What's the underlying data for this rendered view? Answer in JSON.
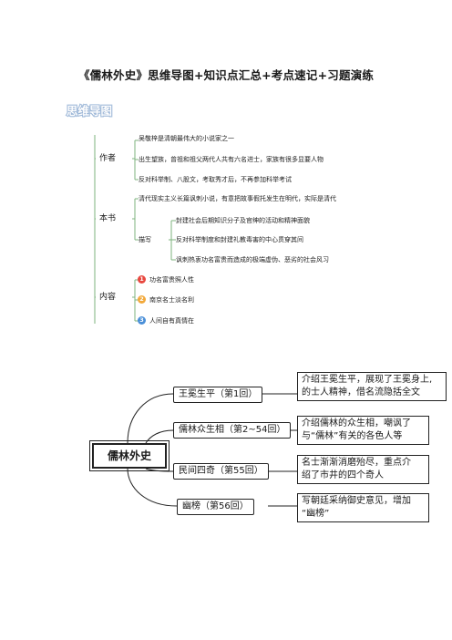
{
  "title": "《儒林外史》思维导图+知识点汇总+考点速记+习题演练",
  "section_heading": "思维导图",
  "mindmap1": {
    "branches": [
      {
        "label": "作者",
        "items": [
          "吴敬梓是清朝最伟大的小说家之一",
          "出生望族，曾祖和祖父两代人共有六名进士，家族有很多显要人物",
          "反对科举制、八股文，考取秀才后，不再参加科举考试"
        ]
      },
      {
        "label": "本书",
        "item": "清代现实主义长篇讽刺小说，有意把故事假托发生在明代，实际是清代",
        "sub_label": "描写",
        "sub_items": [
          "封建社会后期知识分子及官绅的活动和精神面貌",
          "反对科举制度和封建礼教毒害的中心贯穿其间",
          "讽刺热衷功名富贵而造成的极端虚伪、恶劣的社会风习"
        ]
      },
      {
        "label": "内容",
        "items": [
          {
            "num": "1",
            "text": "功名富贵照人性",
            "color": "#e8483f"
          },
          {
            "num": "2",
            "text": "南京名士淡名利",
            "color": "#f2a93b"
          },
          {
            "num": "3",
            "text": "人间自有真情在",
            "color": "#4a8fd8"
          }
        ]
      }
    ],
    "line_color": "#7db37d"
  },
  "mindmap2": {
    "root": "儒林外史",
    "branches": [
      {
        "label": "王冕生平（第1回）",
        "desc": [
          "介绍王冕生平，展现了王冕身上,",
          "的士人精神，借名流隐括全文"
        ]
      },
      {
        "label": "儒林众生相（第2~54回）",
        "desc": [
          "介绍儒林的众生相，嘲讽了",
          "与“儒林”有关的各色人等"
        ]
      },
      {
        "label": "民间四奇（第55回）",
        "desc": [
          "名士渐渐消磨殆尽，重点介",
          "绍了市井的四个奇人"
        ]
      },
      {
        "label": "幽榜（第56回）",
        "desc": [
          "写朝廷采纳御史意见，增加",
          "“幽榜”"
        ]
      }
    ]
  }
}
